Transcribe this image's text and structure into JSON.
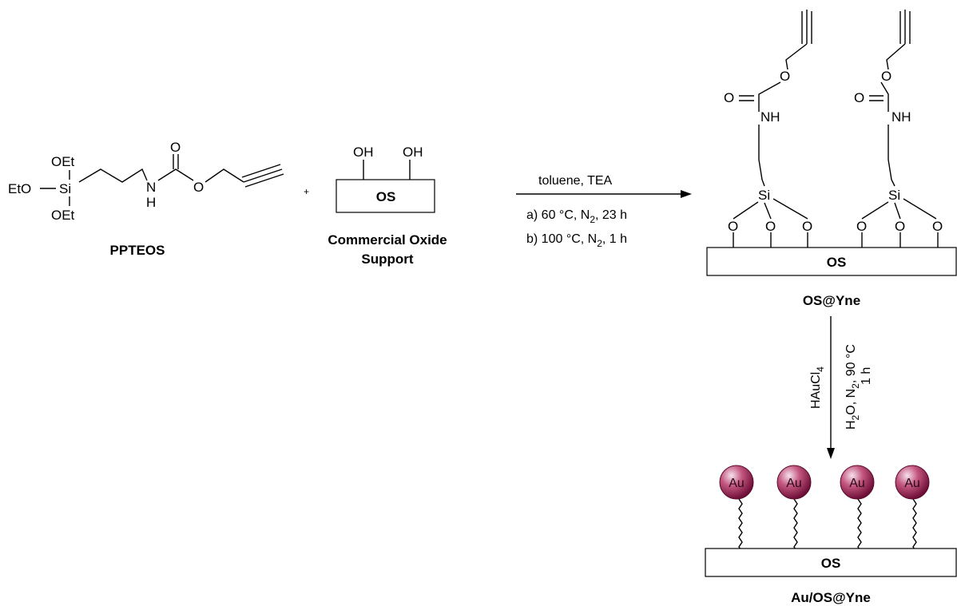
{
  "reactant": {
    "name": "PPTEOS",
    "oet_top": "OEt",
    "eto_left": "EtO",
    "si": "Si",
    "oet_bottom": "OEt",
    "n": "N",
    "h": "H",
    "o_carbonyl": "O",
    "o_ester": "O"
  },
  "plus": "+",
  "support": {
    "oh1": "OH",
    "oh2": "OH",
    "box_label": "OS",
    "caption_line1": "Commercial Oxide",
    "caption_line2": "Support"
  },
  "step1": {
    "above": "toluene, TEA",
    "cond_a_pre": "a) 60 °C, N",
    "cond_a_sub": "2",
    "cond_a_post": ", 23 h",
    "cond_b_pre": "b) 100 °C, N",
    "cond_b_sub": "2",
    "cond_b_post": ", 1 h"
  },
  "product1": {
    "name": "OS@Yne",
    "box_label": "OS",
    "o": "O",
    "nh": "NH",
    "si": "Si",
    "surface_o": "O"
  },
  "step2": {
    "reagent_pre": "HAuCl",
    "reagent_sub": "4",
    "cond_h": "H",
    "cond_h_sub": "2",
    "cond_o_n": "O, N",
    "cond_n_sub": "2",
    "cond_temp": ", 90 °C",
    "cond_time": "1 h"
  },
  "product2": {
    "name": "Au/OS@Yne",
    "box_label": "OS",
    "particle_label": "Au",
    "particle_color": "#8b1a4a"
  }
}
